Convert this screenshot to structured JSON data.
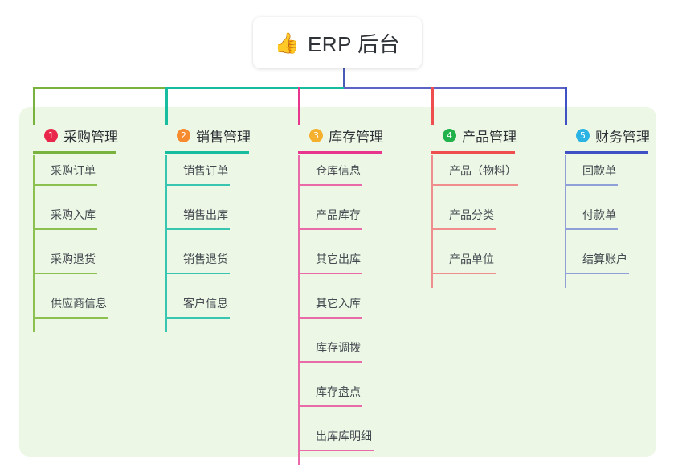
{
  "root": {
    "icon": "thumbs-up-icon",
    "emoji": "👍",
    "label": "ERP 后台"
  },
  "colors": {
    "panel_bg": "#edf7e6",
    "trunk": "#4a5bb8",
    "bar_left": "#79b23f",
    "bar_mid": "#18bda0",
    "bar_right": "#5a63c4",
    "text": "#2f3338",
    "leaf_text": "#444a50"
  },
  "columns": [
    {
      "number": "1",
      "label": "采购管理",
      "badge_color": "#e8274b",
      "line_color": "#79b23f",
      "leaf_color": "#8cc152",
      "leaves": [
        "采购订单",
        "采购入库",
        "采购退货",
        "供应商信息"
      ]
    },
    {
      "number": "2",
      "label": "销售管理",
      "badge_color": "#f58a2e",
      "line_color": "#18bda0",
      "leaf_color": "#38c6b0",
      "leaves": [
        "销售订单",
        "销售出库",
        "销售退货",
        "客户信息"
      ]
    },
    {
      "number": "3",
      "label": "库存管理",
      "badge_color": "#f5b02e",
      "line_color": "#e8368f",
      "leaf_color": "#e86aa8",
      "leaves": [
        "仓库信息",
        "产品库存",
        "其它出库",
        "其它入库",
        "库存调拨",
        "库存盘点",
        "出库库明细"
      ]
    },
    {
      "number": "4",
      "label": "产品管理",
      "badge_color": "#22b24c",
      "line_color": "#ef4e4e",
      "leaf_color": "#f08e8e",
      "leaves": [
        "产品（物料）",
        "产品分类",
        "产品单位"
      ]
    },
    {
      "number": "5",
      "label": "财务管理",
      "badge_color": "#2bb3e3",
      "line_color": "#3f51c4",
      "leaf_color": "#8f9fd8",
      "leaves": [
        "回款单",
        "付款单",
        "结算账户"
      ]
    }
  ]
}
